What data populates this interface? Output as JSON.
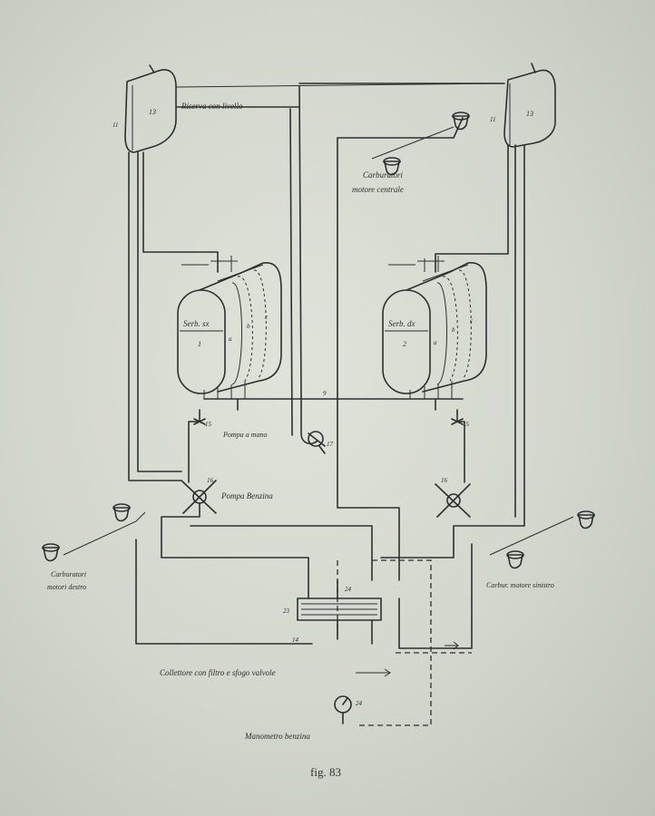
{
  "labels": {
    "tank_with_level": "Riserva con livello",
    "carb_central_1": "Carburatori",
    "carb_central_2": "motore centrale",
    "tank_left": "Serb. sx",
    "tank_right": "Serb. dx",
    "hand_pump": "Pompa a mano",
    "fuel_pump": "Pompa Benzina",
    "carb_right_1": "Carburatori",
    "carb_right_2": "motori destro",
    "carb_left": "Carbur. motore sinistro",
    "collector": "Collettore con filtro e sfogo valvole",
    "pressure_gauge": "Manometro benzina",
    "caption": "fig. 83"
  },
  "numbers": {
    "tank_top_left": "13",
    "tank_top_left_side": "11",
    "tank_top_right": "13",
    "tank_top_right_side": "11",
    "left_compartment_main": "1",
    "left_compartment_a": "a",
    "left_compartment_b": "b",
    "left_compartment_c": "c",
    "right_compartment_main": "2",
    "right_compartment_a": "a",
    "right_compartment_b": "b",
    "right_compartment_c": "c",
    "valve_junction": "9",
    "hand_pump_num": "17",
    "left_valve": "15",
    "right_valve": "15",
    "left_pump": "16",
    "right_pump": "16",
    "collector_num": "23",
    "collector_top": "24",
    "collector_bottom": "14",
    "gauge_num": "24"
  }
}
